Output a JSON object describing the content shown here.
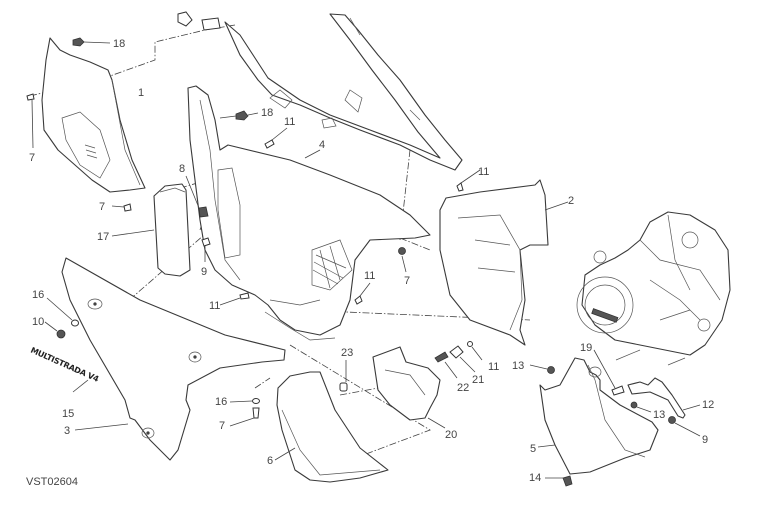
{
  "diagram": {
    "title": "Fairing exploded view",
    "drawing_code": "VST02604",
    "decal_text": "MULTISTRADA V4",
    "callouts": [
      {
        "id": "c18a",
        "number": "18"
      },
      {
        "id": "c1",
        "number": "1"
      },
      {
        "id": "c7a",
        "number": "7"
      },
      {
        "id": "c18b",
        "number": "18"
      },
      {
        "id": "c11a",
        "number": "11"
      },
      {
        "id": "c4",
        "number": "4"
      },
      {
        "id": "c8",
        "number": "8"
      },
      {
        "id": "c7b",
        "number": "7"
      },
      {
        "id": "c17",
        "number": "17"
      },
      {
        "id": "c9a",
        "number": "9"
      },
      {
        "id": "c11b",
        "number": "11"
      },
      {
        "id": "c2",
        "number": "2"
      },
      {
        "id": "c7c",
        "number": "7"
      },
      {
        "id": "c16a",
        "number": "16"
      },
      {
        "id": "c10",
        "number": "10"
      },
      {
        "id": "c11c",
        "number": "11"
      },
      {
        "id": "c11d",
        "number": "11"
      },
      {
        "id": "c23",
        "number": "23"
      },
      {
        "id": "c11e",
        "number": "11"
      },
      {
        "id": "c21",
        "number": "21"
      },
      {
        "id": "c22",
        "number": "22"
      },
      {
        "id": "c13a",
        "number": "13"
      },
      {
        "id": "c19",
        "number": "19"
      },
      {
        "id": "c15",
        "number": "15"
      },
      {
        "id": "c16b",
        "number": "16"
      },
      {
        "id": "c7d",
        "number": "7"
      },
      {
        "id": "c3",
        "number": "3"
      },
      {
        "id": "c20",
        "number": "20"
      },
      {
        "id": "c13b",
        "number": "13"
      },
      {
        "id": "c12",
        "number": "12"
      },
      {
        "id": "c9b",
        "number": "9"
      },
      {
        "id": "c6",
        "number": "6"
      },
      {
        "id": "c5",
        "number": "5"
      },
      {
        "id": "c14",
        "number": "14"
      }
    ]
  }
}
